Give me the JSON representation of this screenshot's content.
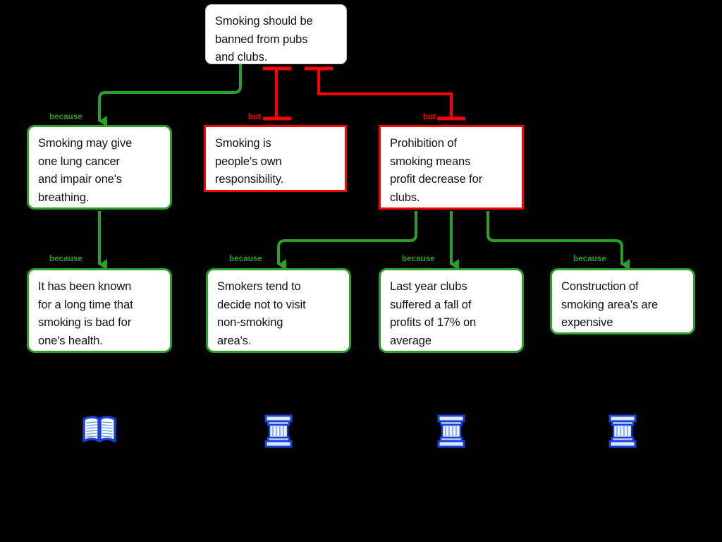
{
  "diagram": {
    "title": "Smoking should be banned from pubs and clubs.",
    "background_color": "#000000",
    "support_color": "#2a9f2a",
    "objection_color": "#fe0000",
    "evidence_color": "#1a3fd4",
    "relation_support_label": "because",
    "relation_objection_label": "but"
  },
  "nodes": {
    "root": {
      "text": "Smoking should be\nbanned from pubs\nand clubs.",
      "type": "contention"
    },
    "health": {
      "text": "Smoking may give\none lung cancer\nand impair one's\nbreathing.",
      "type": "support"
    },
    "responsibility": {
      "text": "Smoking is\npeople's own\nresponsibility.",
      "type": "objection"
    },
    "profit": {
      "text": "Prohibition of\nsmoking means\nprofit decrease for\nclubs.",
      "type": "objection"
    },
    "known": {
      "text": "It has been known\nfor a long time that\nsmoking is bad for\none's health.",
      "type": "support"
    },
    "avoid": {
      "text": "Smokers tend to\ndecide not to visit\nnon-smoking\narea's.",
      "type": "support"
    },
    "fall": {
      "text": "Last year clubs\nsuffered a fall of\nprofits of 17% on\naverage",
      "type": "support"
    },
    "construction": {
      "text": "Construction of\nsmoking area's are\nexpensive",
      "type": "support"
    }
  },
  "edges": [
    {
      "from": "root",
      "to": "health",
      "relation": "because"
    },
    {
      "from": "root",
      "to": "responsibility",
      "relation": "but"
    },
    {
      "from": "root",
      "to": "profit",
      "relation": "but"
    },
    {
      "from": "health",
      "to": "known",
      "relation": "because"
    },
    {
      "from": "profit",
      "to": "avoid",
      "relation": "because"
    },
    {
      "from": "profit",
      "to": "fall",
      "relation": "because"
    },
    {
      "from": "profit",
      "to": "construction",
      "relation": "because"
    }
  ],
  "edge_labels": {
    "root_health": "because",
    "root_responsibility": "but",
    "root_profit": "but",
    "health_known": "because",
    "profit_avoid": "because",
    "profit_fall": "because",
    "profit_construction": "because"
  },
  "evidence": [
    {
      "icon": "open-book-icon",
      "for": "known"
    },
    {
      "icon": "column-icon",
      "for": "avoid"
    },
    {
      "icon": "column-icon",
      "for": "fall"
    },
    {
      "icon": "column-icon",
      "for": "construction"
    }
  ]
}
